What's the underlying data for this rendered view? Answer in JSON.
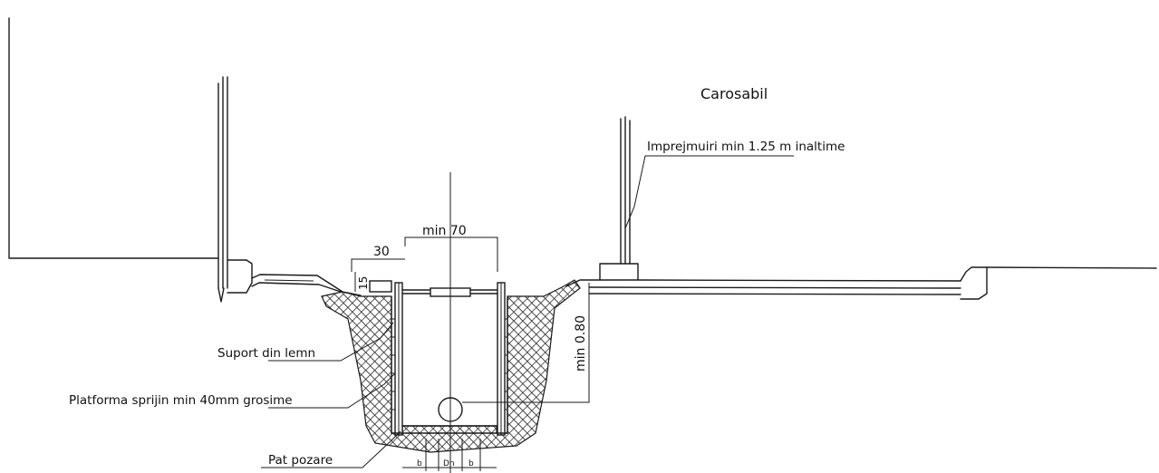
{
  "labels": {
    "carosabil": "Carosabil",
    "imprejmuiri": "Imprejmuiri min 1.25 m inaltime",
    "suport": "Suport din lemn",
    "platforma": "Platforma sprijin min 40mm grosime",
    "pat": "Pat pozare"
  },
  "dimensions": {
    "width_min": "min 70",
    "offset": "30",
    "step": "15",
    "depth_min": "min 0.80",
    "b_left": "b",
    "dn": "Dn",
    "b_right": "b"
  },
  "colors": {
    "line": "#1a1a1a",
    "soil": "#333333",
    "background": "#ffffff"
  }
}
